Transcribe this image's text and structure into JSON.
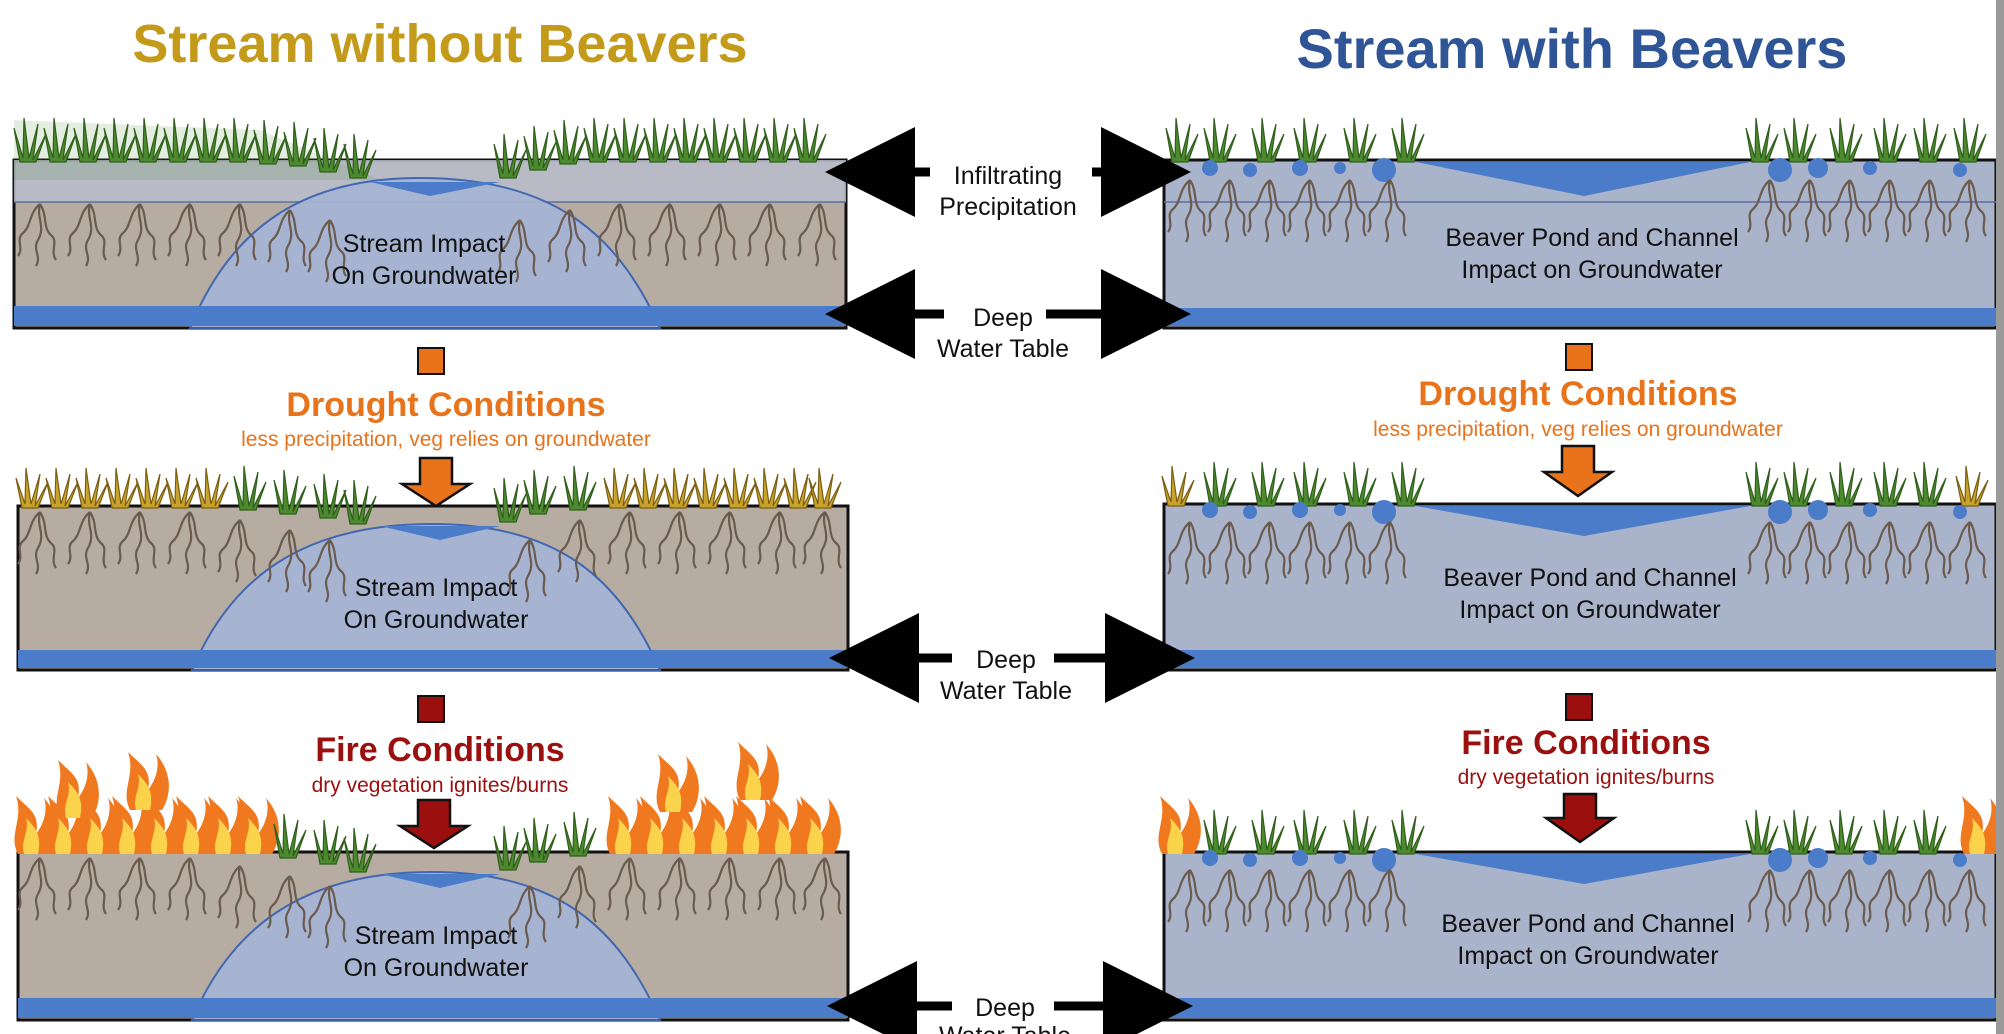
{
  "titles": {
    "left": "Stream without Beavers",
    "right": "Stream with Beavers"
  },
  "center_labels": {
    "infiltrating_line1": "Infiltrating",
    "infiltrating_line2": "Precipitation",
    "deep_line1": "Deep",
    "deep_line2": "Water Table"
  },
  "panel_labels": {
    "stream_line1": "Stream Impact",
    "stream_line2": "On Groundwater",
    "beaver_line1": "Beaver Pond and Channel",
    "beaver_line2": "Impact on Groundwater"
  },
  "conditions": {
    "drought_title": "Drought Conditions",
    "drought_sub": "less precipitation, veg relies on groundwater",
    "fire_title": "Fire Conditions",
    "fire_sub": "dry vegetation ignites/burns"
  },
  "colors": {
    "left_title": "#c49a1a",
    "right_title": "#2f5597",
    "drought": "#e8731a",
    "fire": "#9b0f0f",
    "water": "#4a7cc9",
    "soil": "#b7aca2",
    "plume": "#a7b5d4",
    "grass": "#4d8a2f",
    "dry_grass": "#c9a22b",
    "roots": "#6b5a4e"
  },
  "icons": [
    "double-arrow-icon",
    "drought-arrow-icon",
    "fire-arrow-icon",
    "flame-icon",
    "grass-icon",
    "roots-icon"
  ]
}
